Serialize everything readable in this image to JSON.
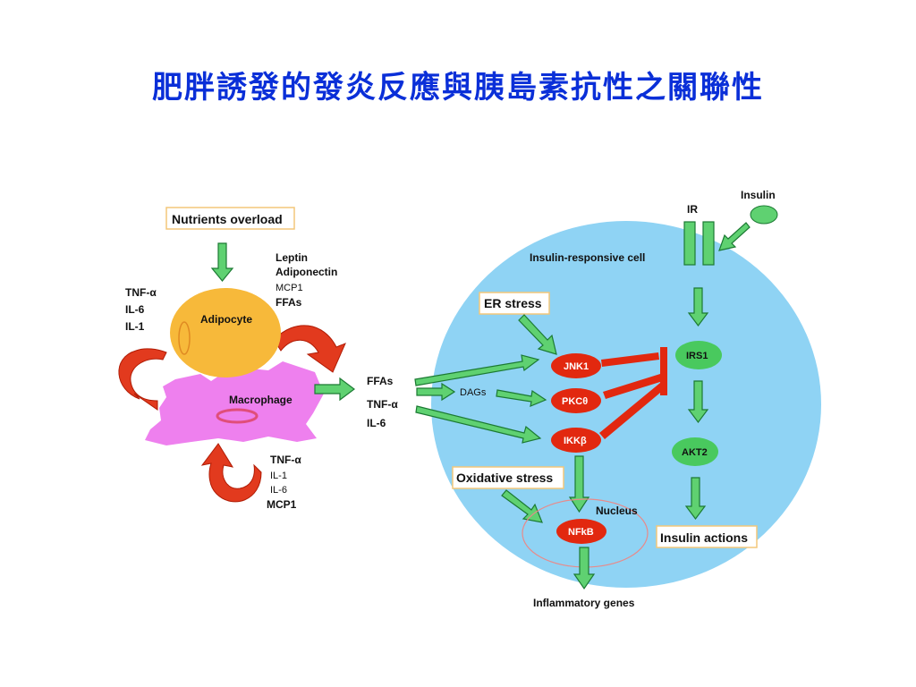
{
  "title": "肥胖誘發的發炎反應與胰島素抗性之關聯性",
  "colors": {
    "title": "#0a2fd8",
    "cell": "#8fd3f4",
    "adipocyte": "#f7b93a",
    "macrophage": "#ee80ee",
    "node_red": "#e2280f",
    "node_green": "#49c95e",
    "arrow_green": "#5fd171",
    "arrow_red": "#e23a1e",
    "box_border": "#f3c77a"
  },
  "diagram": {
    "nutrients_overload": "Nutrients overload",
    "adipocyte": "Adipocyte",
    "macrophage": "Macrophage",
    "adipocyte_secretions": [
      "Leptin",
      "Adiponectin",
      "MCP1",
      "FFAs"
    ],
    "left_cytokines": [
      "TNF-α",
      "IL-6",
      "IL-1"
    ],
    "bottom_cytokines": [
      "TNF-α",
      "IL-1",
      "IL-6",
      "MCP1"
    ],
    "outputs": [
      "FFAs",
      "TNF-α",
      "IL-6"
    ],
    "dags": "DAGs",
    "cell_label": "Insulin-responsive cell",
    "er_stress": "ER stress",
    "oxidative_stress": "Oxidative stress",
    "nucleus": "Nucleus",
    "insulin": "Insulin",
    "ir": "IR",
    "nodes": {
      "jnk1": "JNK1",
      "pkc": "PKCθ",
      "ikk": "IKKβ",
      "nfkb": "NFkB",
      "irs1": "IRS1",
      "akt2": "AKT2"
    },
    "insulin_actions": "Insulin actions",
    "inflammatory_genes": "Inflammatory genes"
  }
}
